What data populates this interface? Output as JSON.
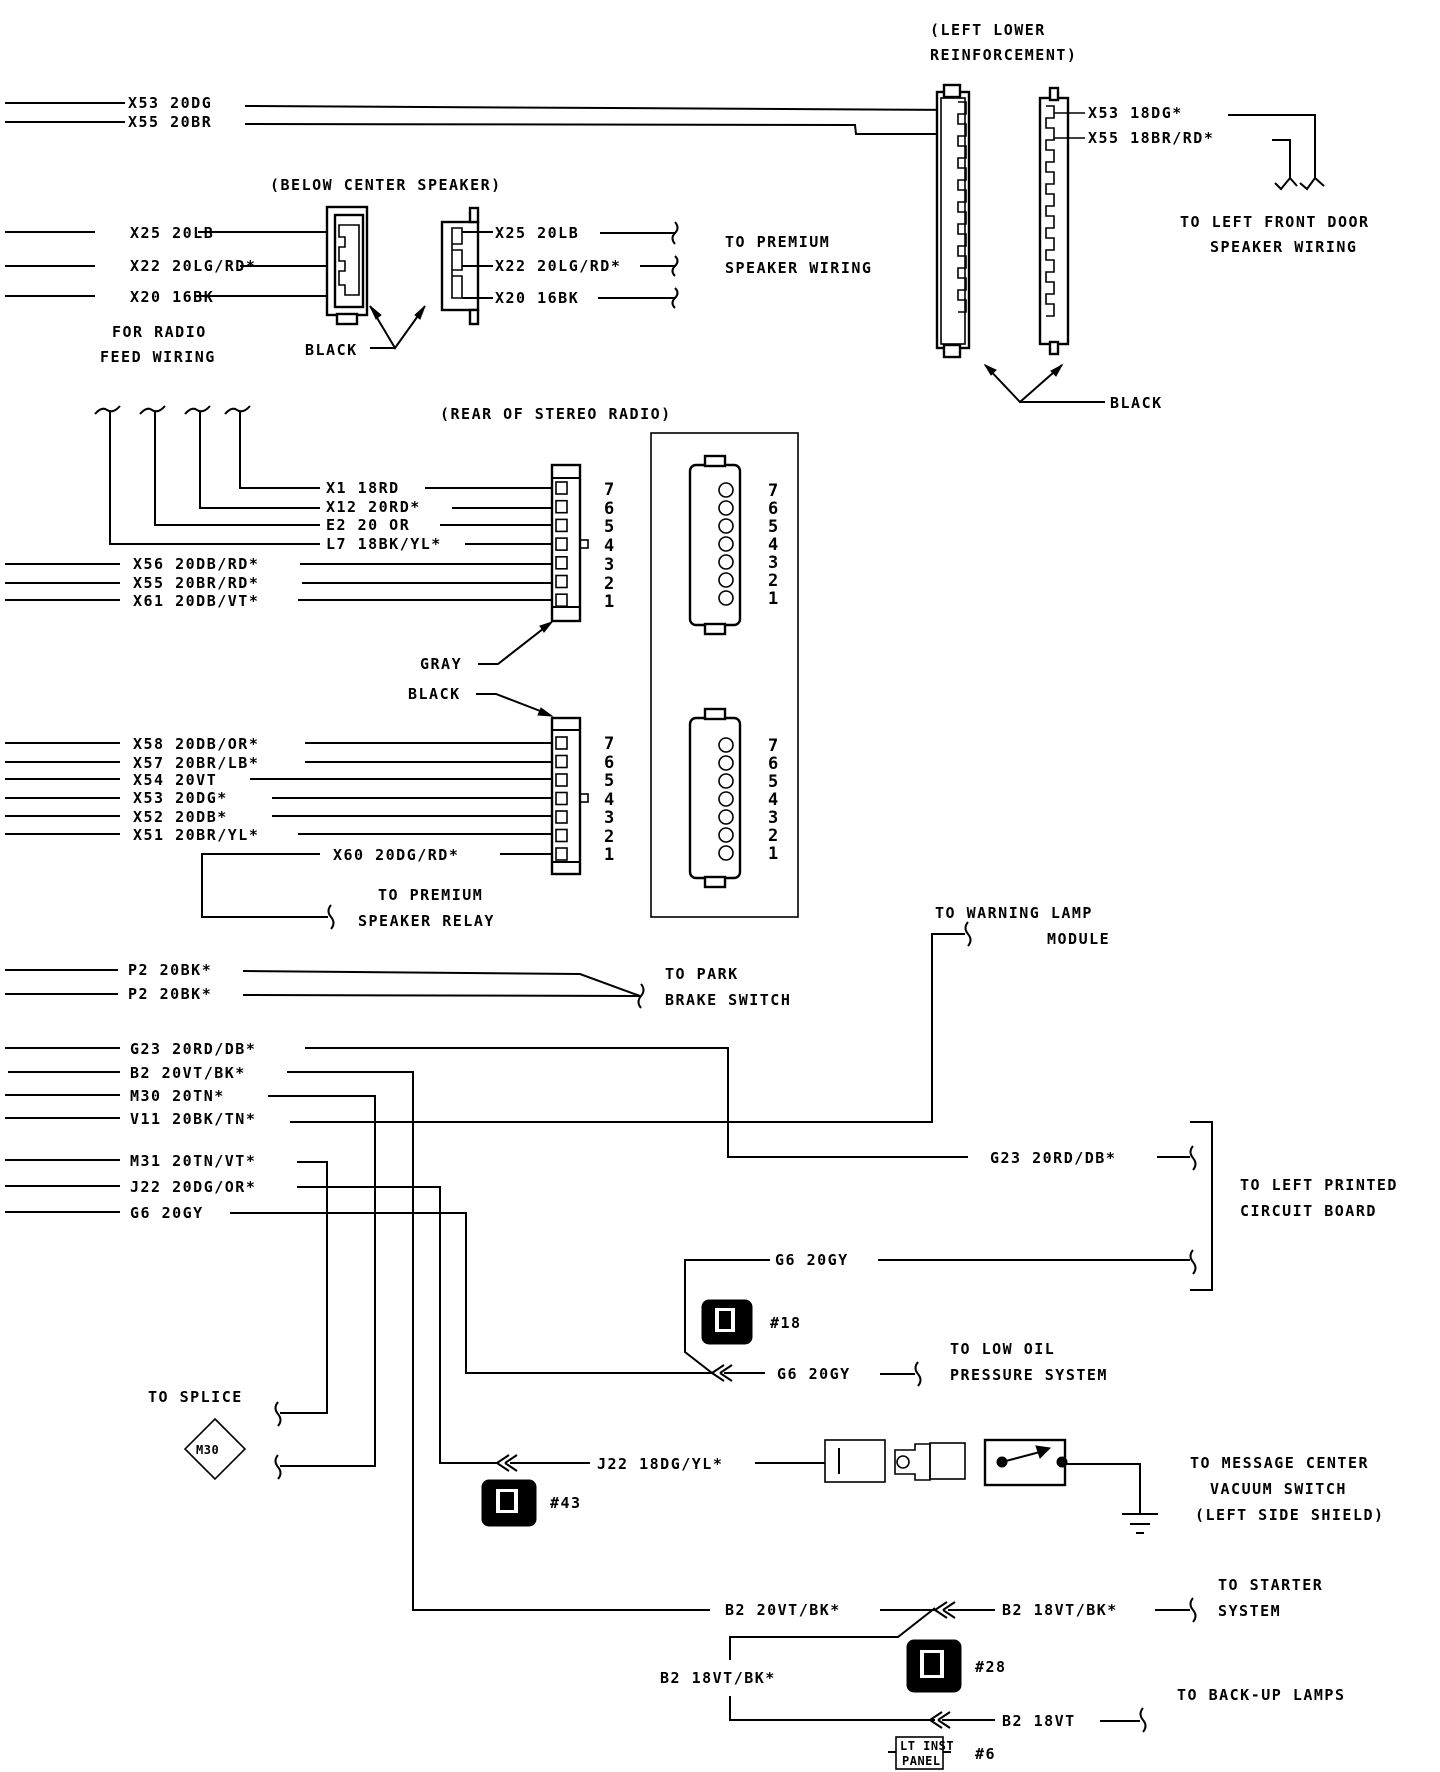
{
  "diagram": {
    "type": "wiring-diagram",
    "colors": {
      "ink": "#000000",
      "paper": "#ffffff"
    },
    "location_labels": {
      "left_lower_reinforcement": [
        "(LEFT LOWER",
        "REINFORCEMENT)"
      ],
      "below_center_speaker": "(BELOW CENTER SPEAKER)",
      "rear_of_stereo_radio": "(REAR OF STEREO RADIO)"
    },
    "top_wires": [
      {
        "label": "X53 20DG"
      },
      {
        "label": "X55 20BR"
      }
    ],
    "reinforcement_right_wires": [
      {
        "label": "X53 18DG*"
      },
      {
        "label": "X55 18BR/RD*"
      }
    ],
    "left_front_door": [
      "TO LEFT FRONT DOOR",
      "SPEAKER WIRING"
    ],
    "reinforcement_connector_color": "BLACK",
    "center_speaker": {
      "left_wires": [
        "X25 20LB",
        "X22 20LG/RD*",
        "X20 16BK"
      ],
      "right_wires": [
        "X25 20LB",
        "X22 20LG/RD*",
        "X20 16BK"
      ],
      "feed_label": [
        "FOR RADIO",
        "FEED WIRING"
      ],
      "connector_color": "BLACK",
      "destination": [
        "TO PREMIUM",
        "SPEAKER WIRING"
      ]
    },
    "radio_upper": {
      "wires": [
        {
          "pin": "7",
          "label": "X1 18RD"
        },
        {
          "pin": "6",
          "label": "X12 20RD*"
        },
        {
          "pin": "5",
          "label": "E2 20 OR"
        },
        {
          "pin": "4",
          "label": "L7 18BK/YL*"
        },
        {
          "pin": "3",
          "label": "X56 20DB/RD*"
        },
        {
          "pin": "2",
          "label": "X55 20BR/RD*"
        },
        {
          "pin": "1",
          "label": "X61 20DB/VT*"
        }
      ],
      "connector_color": "GRAY"
    },
    "radio_lower": {
      "wires": [
        {
          "pin": "7",
          "label": "X58 20DB/OR*"
        },
        {
          "pin": "6",
          "label": "X57 20BR/LB*"
        },
        {
          "pin": "5",
          "label": "X54 20VT"
        },
        {
          "pin": "4",
          "label": "X53 20DG*"
        },
        {
          "pin": "3",
          "label": "X52 20DB*"
        },
        {
          "pin": "2",
          "label": "X51 20BR/YL*"
        },
        {
          "pin": "1",
          "label": "X60 20DG/RD*"
        }
      ],
      "connector_color": "BLACK",
      "destination": [
        "TO PREMIUM",
        "SPEAKER RELAY"
      ]
    },
    "radio_face_pins": [
      "7",
      "6",
      "5",
      "4",
      "3",
      "2",
      "1"
    ],
    "park_brake": {
      "wires": [
        "P2 20BK*",
        "P2 20BK*"
      ],
      "destination": [
        "TO PARK",
        "BRAKE SWITCH"
      ]
    },
    "bundle_wires": [
      "G23 20RD/DB*",
      "B2 20VT/BK*",
      "M30 20TN*",
      "V11 20BK/TN*",
      "M31 20TN/VT*",
      "J22 20DG/OR*",
      "G6 20GY"
    ],
    "warning_lamp": [
      "TO WARNING LAMP",
      "MODULE"
    ],
    "left_pcb": {
      "wires": [
        "G23 20RD/DB*",
        "G6 20GY"
      ],
      "destination": [
        "TO LEFT PRINTED",
        "CIRCUIT BOARD"
      ]
    },
    "low_oil": {
      "wire": "G6 20GY",
      "connector_ref": "#18",
      "destination": [
        "TO LOW OIL",
        "PRESSURE SYSTEM"
      ]
    },
    "splice": {
      "label": "TO SPLICE",
      "splice_id": "M30"
    },
    "vacuum_switch": {
      "wire": "J22 18DG/YL*",
      "connector_ref": "#43",
      "destination": [
        "TO MESSAGE CENTER",
        "VACUUM SWITCH",
        "(LEFT SIDE SHIELD)"
      ]
    },
    "starter": {
      "wire_in": "B2 20VT/BK*",
      "wire_out": "B2 18VT/BK*",
      "branch_wire": "B2 18VT/BK*",
      "connector_ref": "#28",
      "destination": [
        "TO STARTER",
        "SYSTEM"
      ]
    },
    "backup": {
      "wire": "B2 18VT",
      "connector_box": [
        "LT INST",
        "PANEL"
      ],
      "connector_ref": "#6",
      "destination": "TO BACK-UP LAMPS"
    }
  }
}
